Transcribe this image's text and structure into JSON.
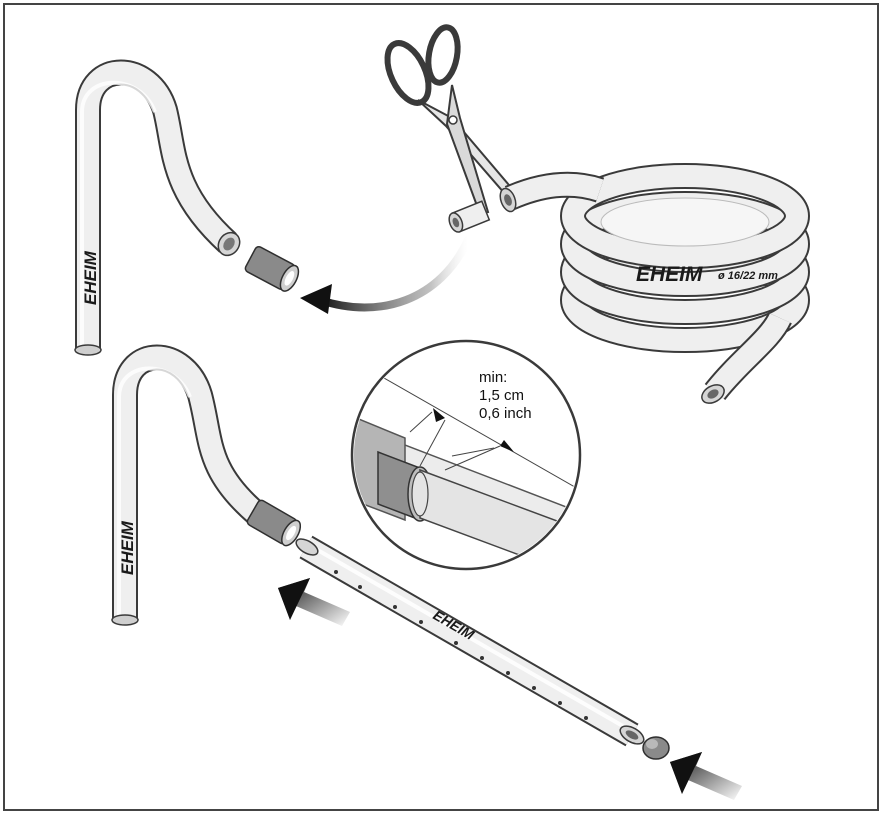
{
  "brand_labels": {
    "upper_pipe": "EHEIM",
    "lower_pipe": "EHEIM",
    "hose_brand": "EHEIM",
    "hose_size": "ø 16/22 mm",
    "spray_bar": "EHEIM"
  },
  "detail_callout": {
    "line1": "min:",
    "line2": "1,5 cm",
    "line3": "0,6 inch"
  },
  "colors": {
    "outline": "#3a3a3a",
    "pipe_fill": "#efefef",
    "connector_fill": "#8a8a8a",
    "arrow_fill": "#111111"
  }
}
